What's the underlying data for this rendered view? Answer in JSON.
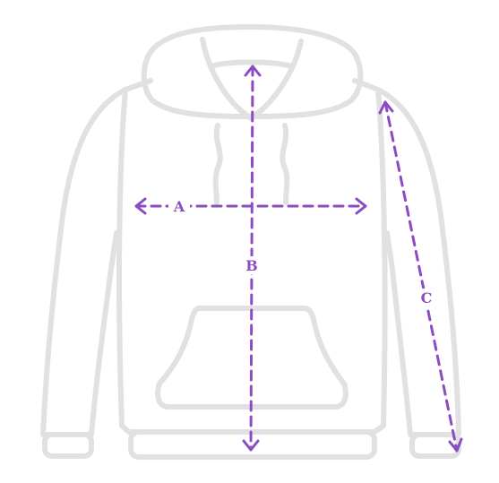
{
  "colors": {
    "outline": "#e1e1e1",
    "measurement": "#8a4cc3",
    "background": "#ffffff"
  },
  "measurements": [
    {
      "key": "chest-width",
      "label": "A"
    },
    {
      "key": "body-length",
      "label": "B"
    },
    {
      "key": "sleeve-length",
      "label": "C"
    }
  ]
}
